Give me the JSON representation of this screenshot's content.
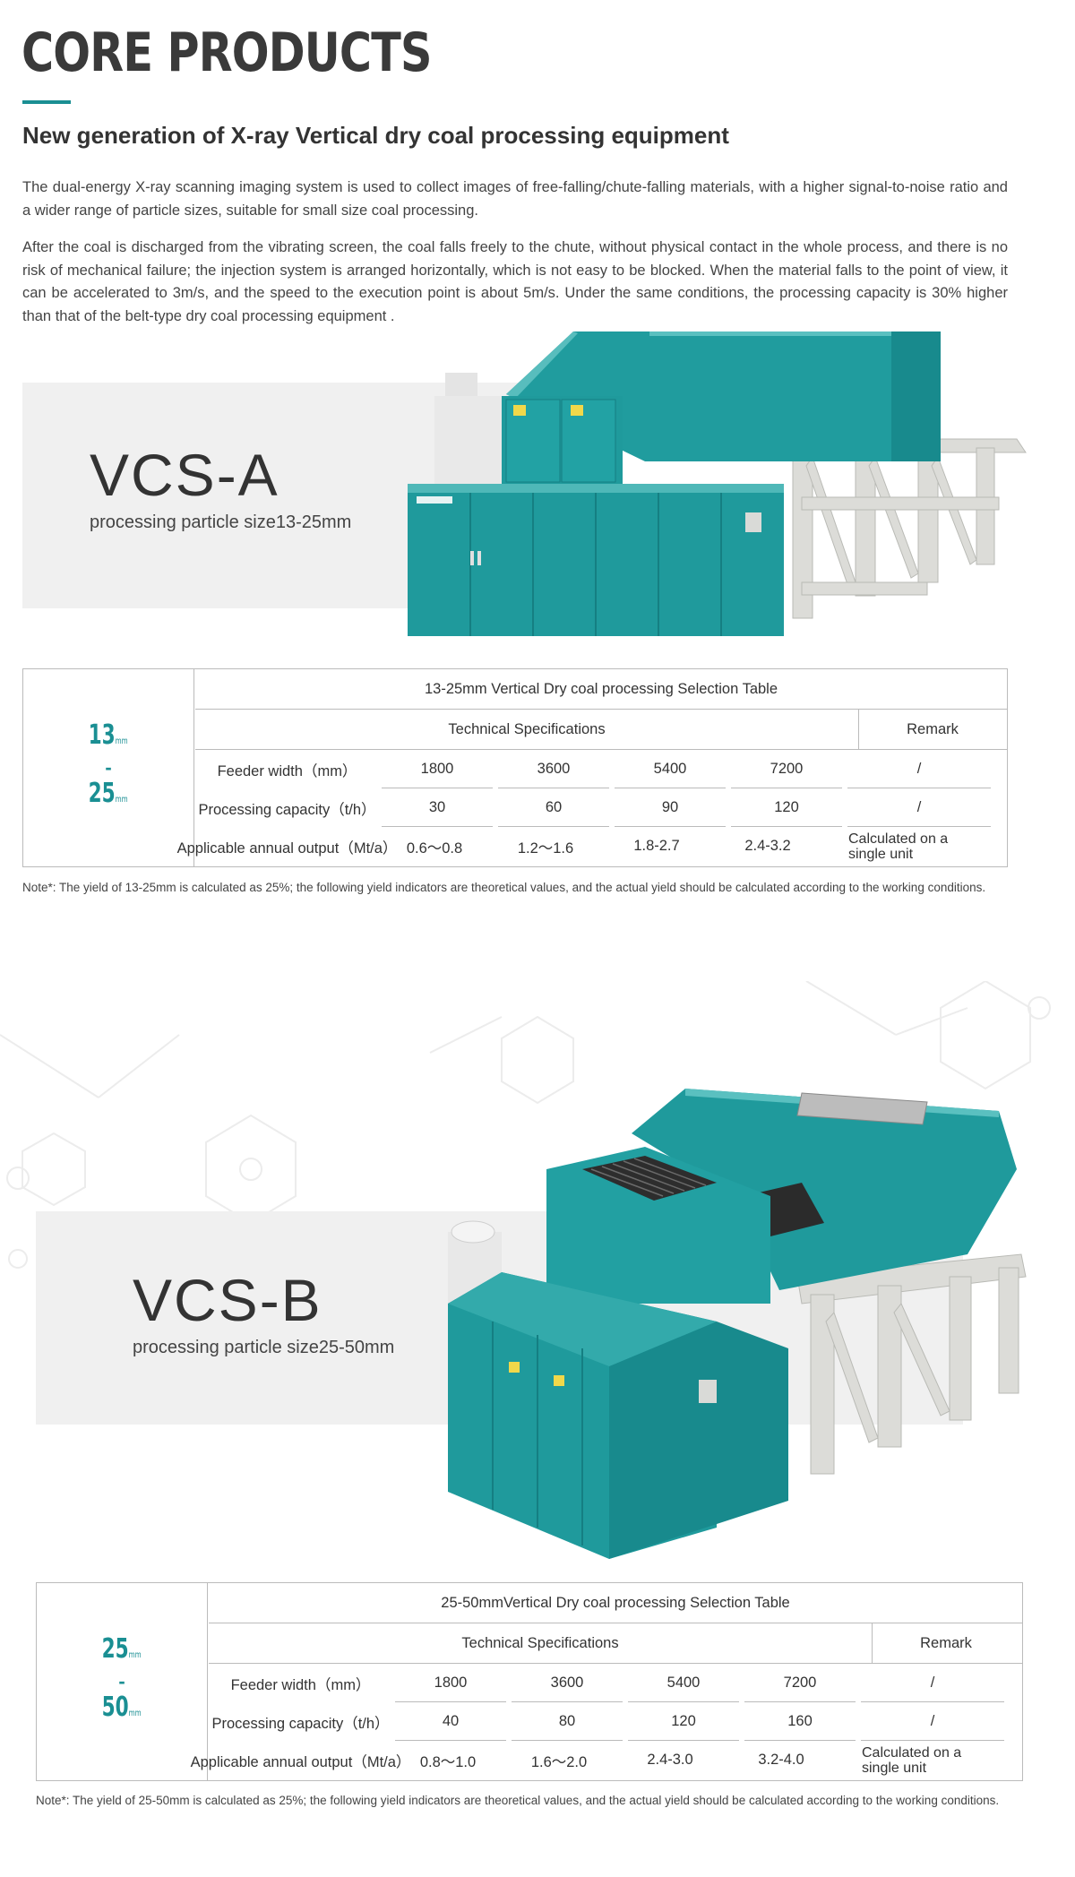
{
  "header": {
    "title": "CORE PRODUCTS",
    "subtitle": "New generation of  X-ray Vertical dry coal processing equipment"
  },
  "intro": {
    "p1": "The dual-energy X-ray scanning imaging system is used to collect images of free-falling/chute-falling materials, with a higher signal-to-noise ratio and a wider range of particle sizes, suitable for small size coal processing.",
    "p2": "After the coal is discharged from the vibrating screen, the coal falls freely to the chute, without physical contact in the whole process, and there is no risk of mechanical failure; the injection system is arranged horizontally, which is not easy to be blocked. When the material falls to the point of view, it can be accelerated to 3m/s, and the speed to the execution point is about 5m/s. Under the same conditions, the processing capacity is 30% higher than that of the belt-type  dry coal processing equipment ."
  },
  "products": [
    {
      "name": "VCS-A",
      "particle": "processing particle size13-25mm",
      "size_top": "13",
      "size_bottom": "25",
      "unit": "mm",
      "dash": "-",
      "table_title": "13-25mm Vertical Dry coal processing Selection Table",
      "tech_spec": "Technical Specifications",
      "remark": "Remark",
      "rows": [
        {
          "label": "Feeder width（mm）",
          "values": [
            "1800",
            "3600",
            "5400",
            "7200"
          ],
          "remark": "/"
        },
        {
          "label": "Processing capacity（t/h）",
          "values": [
            "30",
            "60",
            "90",
            "120"
          ],
          "remark": "/"
        },
        {
          "label": "Applicable annual output（Mt/a）",
          "values": [
            "0.6～0.8",
            "1.2～1.6",
            "1.8-2.7",
            "2.4-3.2"
          ],
          "remark": "Calculated on a single unit"
        }
      ],
      "note": "Note*:  The yield of 13-25mm is calculated as 25%; the following yield indicators are theoretical values, and the actual yield should be calculated according to the working conditions."
    },
    {
      "name": "VCS-B",
      "particle": "processing particle size25-50mm",
      "size_top": "25",
      "size_bottom": "50",
      "unit": "mm",
      "dash": "-",
      "table_title": "25-50mmVertical Dry coal processing Selection Table",
      "tech_spec": "Technical Specifications",
      "remark": "Remark",
      "rows": [
        {
          "label": "Feeder width（mm）",
          "values": [
            "1800",
            "3600",
            "5400",
            "7200"
          ],
          "remark": "/"
        },
        {
          "label": "Processing capacity（t/h）",
          "values": [
            "40",
            "80",
            "120",
            "160"
          ],
          "remark": "/"
        },
        {
          "label": "Applicable annual output（Mt/a）",
          "values": [
            "0.8～1.0",
            "1.6～2.0",
            "2.4-3.0",
            "3.2-4.0"
          ],
          "remark": "Calculated on a single unit"
        }
      ],
      "note": "Note*:  The yield of 25-50mm is calculated as 25%; the following yield indicators are theoretical values, and the actual yield should be calculated according to the working conditions."
    }
  ],
  "colors": {
    "accent": "#1a8f93",
    "machine_teal": "#1f9a9c",
    "frame_grey": "#d9dad7"
  }
}
